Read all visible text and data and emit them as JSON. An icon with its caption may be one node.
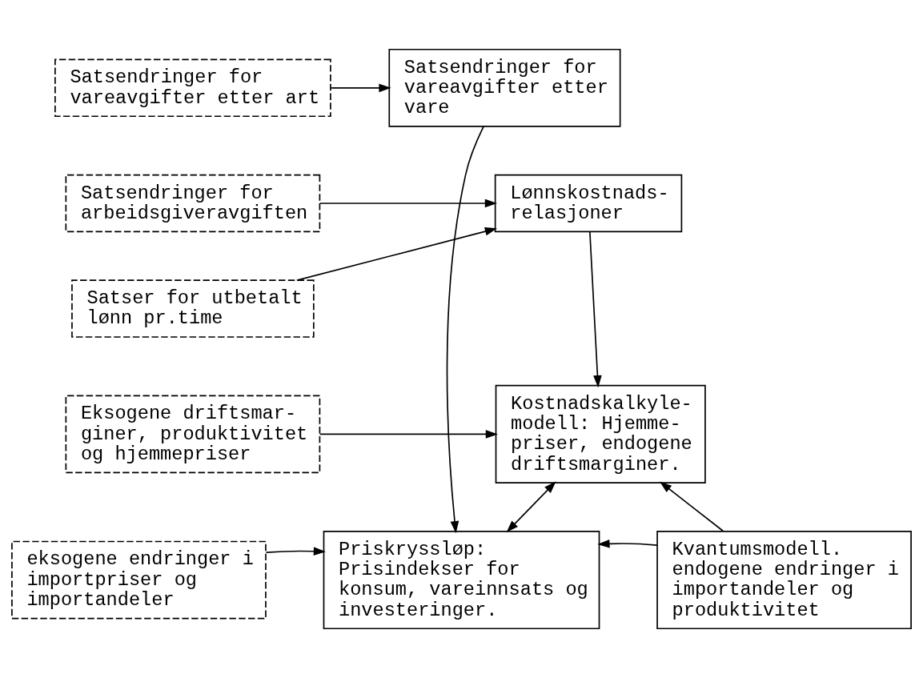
{
  "diagram": {
    "nodes": [
      {
        "text": [
          "Satsendringer for vareavgifter etter art"
        ]
      },
      {
        "text": [
          "Satsendringer for vareavgifter etter vare"
        ]
      },
      {
        "text": [
          "Satsendringer for arbeidsgiveravgiften"
        ]
      },
      {
        "text": [
          "Satser for utbetalt lønn pr.time"
        ]
      },
      {
        "text": [
          "Lønnskostnads- relasjoner"
        ]
      },
      {
        "text": [
          "Eksogene driftsmar- giner, produktivitet og hjemmepriser"
        ]
      },
      {
        "text": [
          "Kostnadskalkyle- modell: Hjemme- priser, endogene driftsmarginer."
        ]
      },
      {
        "text": [
          "eksogene endringer i importpriser og importandeler"
        ]
      },
      {
        "text": [
          "Priskryssløp: Prisindekser for konsum, vareinnsats og investeringer."
        ]
      },
      {
        "text": [
          "Kvantumsmodell. endogene endringer i importandeler og produktivitet"
        ]
      }
    ],
    "edges": [
      {
        "from": 0,
        "to": 1,
        "arrow": "to"
      },
      {
        "from": 2,
        "to": 4,
        "arrow": "to"
      },
      {
        "from": 3,
        "to": 4,
        "arrow": "to"
      },
      {
        "from": 4,
        "to": 6,
        "arrow": "to"
      },
      {
        "from": 5,
        "to": 6,
        "arrow": "to"
      },
      {
        "from": 1,
        "to": 8,
        "arrow": "to"
      },
      {
        "from": 9,
        "to": 6,
        "arrow": "to"
      },
      {
        "from": 6,
        "to": 8,
        "arrow": "both"
      },
      {
        "from": 7,
        "to": 8,
        "arrow": "to"
      },
      {
        "from": 9,
        "to": 8,
        "arrow": "to"
      }
    ]
  }
}
